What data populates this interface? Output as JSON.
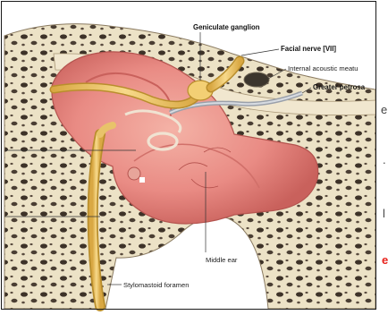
{
  "labels": {
    "geniculate_ganglion": "Geniculate ganglion",
    "facial_nerve": "Facial nerve [VII]",
    "internal_acoustic_meatus": "Internal acoustic meatu",
    "greater_petrosal": "Greater petrosa",
    "middle_ear": "Middle ear",
    "stylomastoid_foramen": "Stylomastoid foramen"
  },
  "edge_fragments": {
    "e": "e",
    "dot": ".",
    "l": "l",
    "red": "e"
  },
  "colors": {
    "bone": "#ece2c6",
    "bone_pore": "#3d3228",
    "cavity": "#e98b84",
    "cavity_shadow": "#c9615c",
    "nerve": "#f0c765",
    "nerve_edge": "#b98e2c",
    "accent_red": "#e8211b"
  }
}
